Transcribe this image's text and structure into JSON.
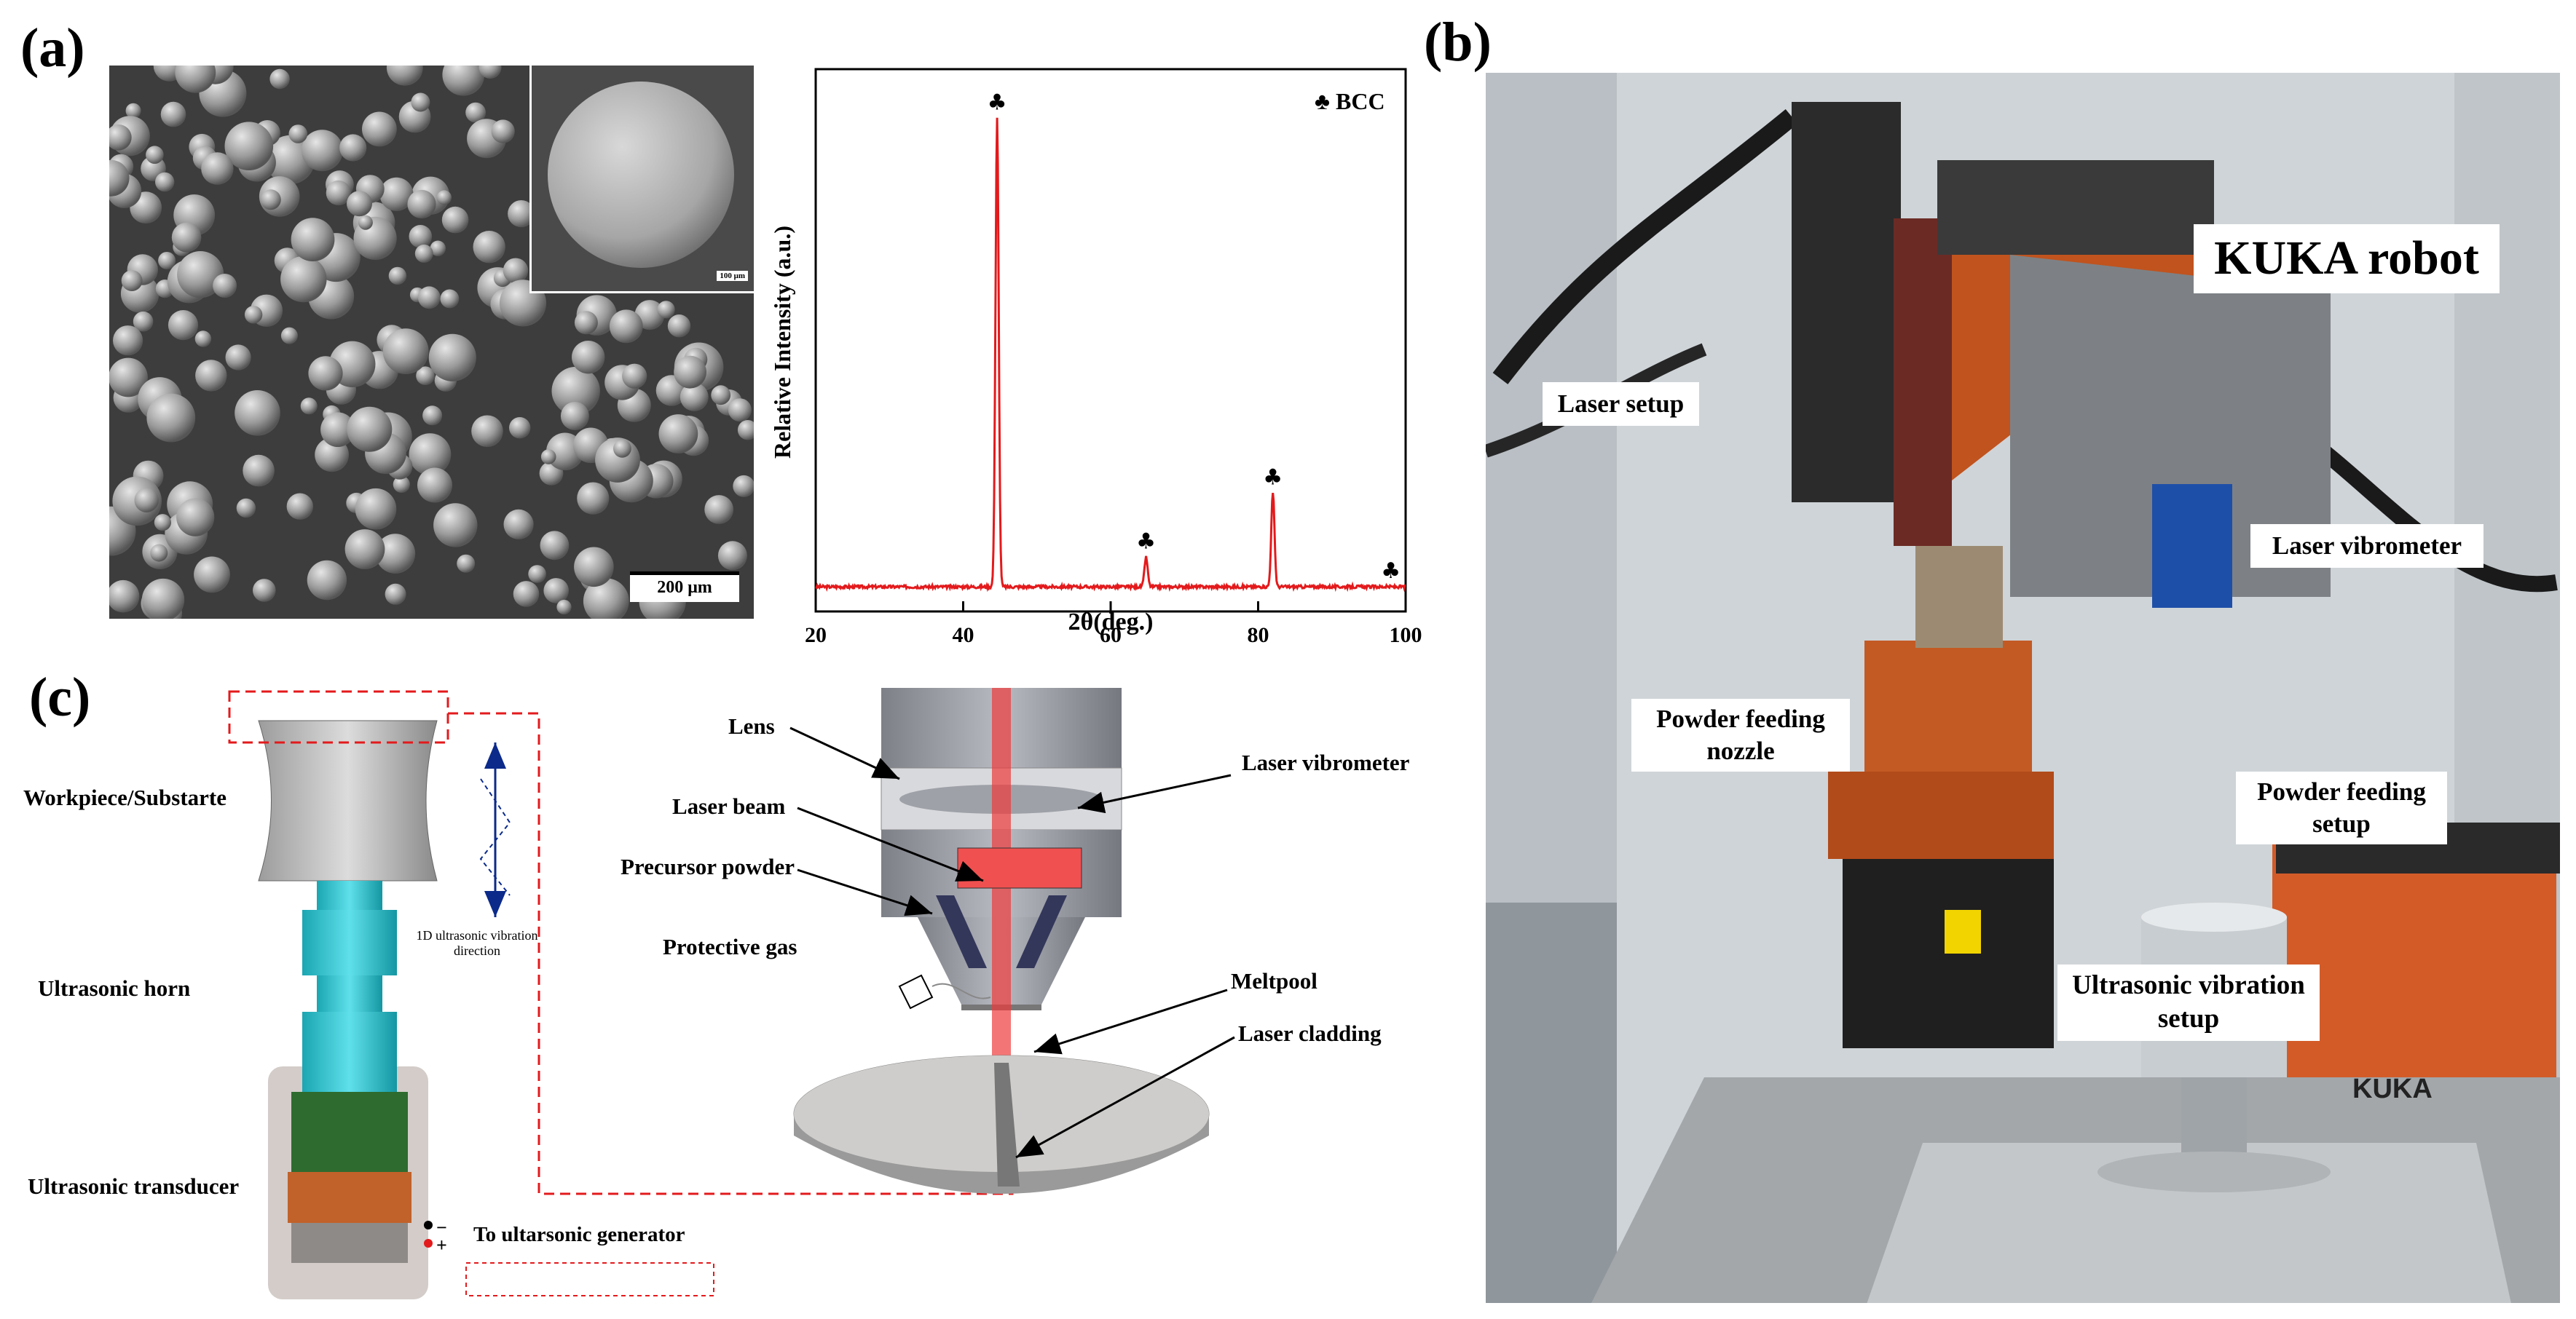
{
  "panels": {
    "a": "(a)",
    "b": "(b)",
    "c": "(c)"
  },
  "sem": {
    "scale_main": "200 μm",
    "scale_inset": "100 μm"
  },
  "chart_data": {
    "type": "line",
    "xlabel": "2θ(deg.)",
    "ylabel": "Relative Intensity (a.u.)",
    "xlim": [
      20,
      100
    ],
    "ylim": [
      0,
      1.1
    ],
    "x_ticks": [
      "20",
      "40",
      "60",
      "80",
      "100"
    ],
    "legend": "♣ BCC",
    "legend_position": "top-right",
    "grid": false,
    "series_color": "#e31a1c",
    "baseline": 0.05,
    "peaks": [
      {
        "x": 44.6,
        "y": 1.0
      },
      {
        "x": 64.8,
        "y": 0.11
      },
      {
        "x": 82.0,
        "y": 0.24
      },
      {
        "x": 98.0,
        "y": 0.05
      }
    ],
    "peak_marker": "♣"
  },
  "photo_labels": {
    "kuka": "KUKA robot",
    "laser_setup": "Laser setup",
    "laser_vibrometer": "Laser vibrometer",
    "powder_nozzle_1": "Powder feeding",
    "powder_nozzle_2": "nozzle",
    "powder_setup_1": "Powder feeding",
    "powder_setup_2": "setup",
    "ultrasonic_1": "Ultrasonic vibration",
    "ultrasonic_2": "setup",
    "kuka_cabinet": "KUKA"
  },
  "diagram": {
    "workpiece": "Workpiece/Substarte",
    "horn": "Ultrasonic horn",
    "transducer": "Ultrasonic transducer",
    "generator": "To ultarsonic generator",
    "vibration_1": "1D ultrasonic vibration",
    "vibration_2": "direction",
    "minus": "−",
    "plus": "+",
    "lens": "Lens",
    "laser_beam": "Laser beam",
    "precursor": "Precursor powder",
    "gas": "Protective gas",
    "vibrometer": "Laser vibrometer",
    "meltpool": "Meltpool",
    "cladding": "Laser cladding"
  },
  "colors": {
    "accent_red": "#e31a1c",
    "horn_cyan": "#2fc4d0",
    "transducer_green": "#2e6b2e",
    "coil_copper": "#c0622a"
  }
}
